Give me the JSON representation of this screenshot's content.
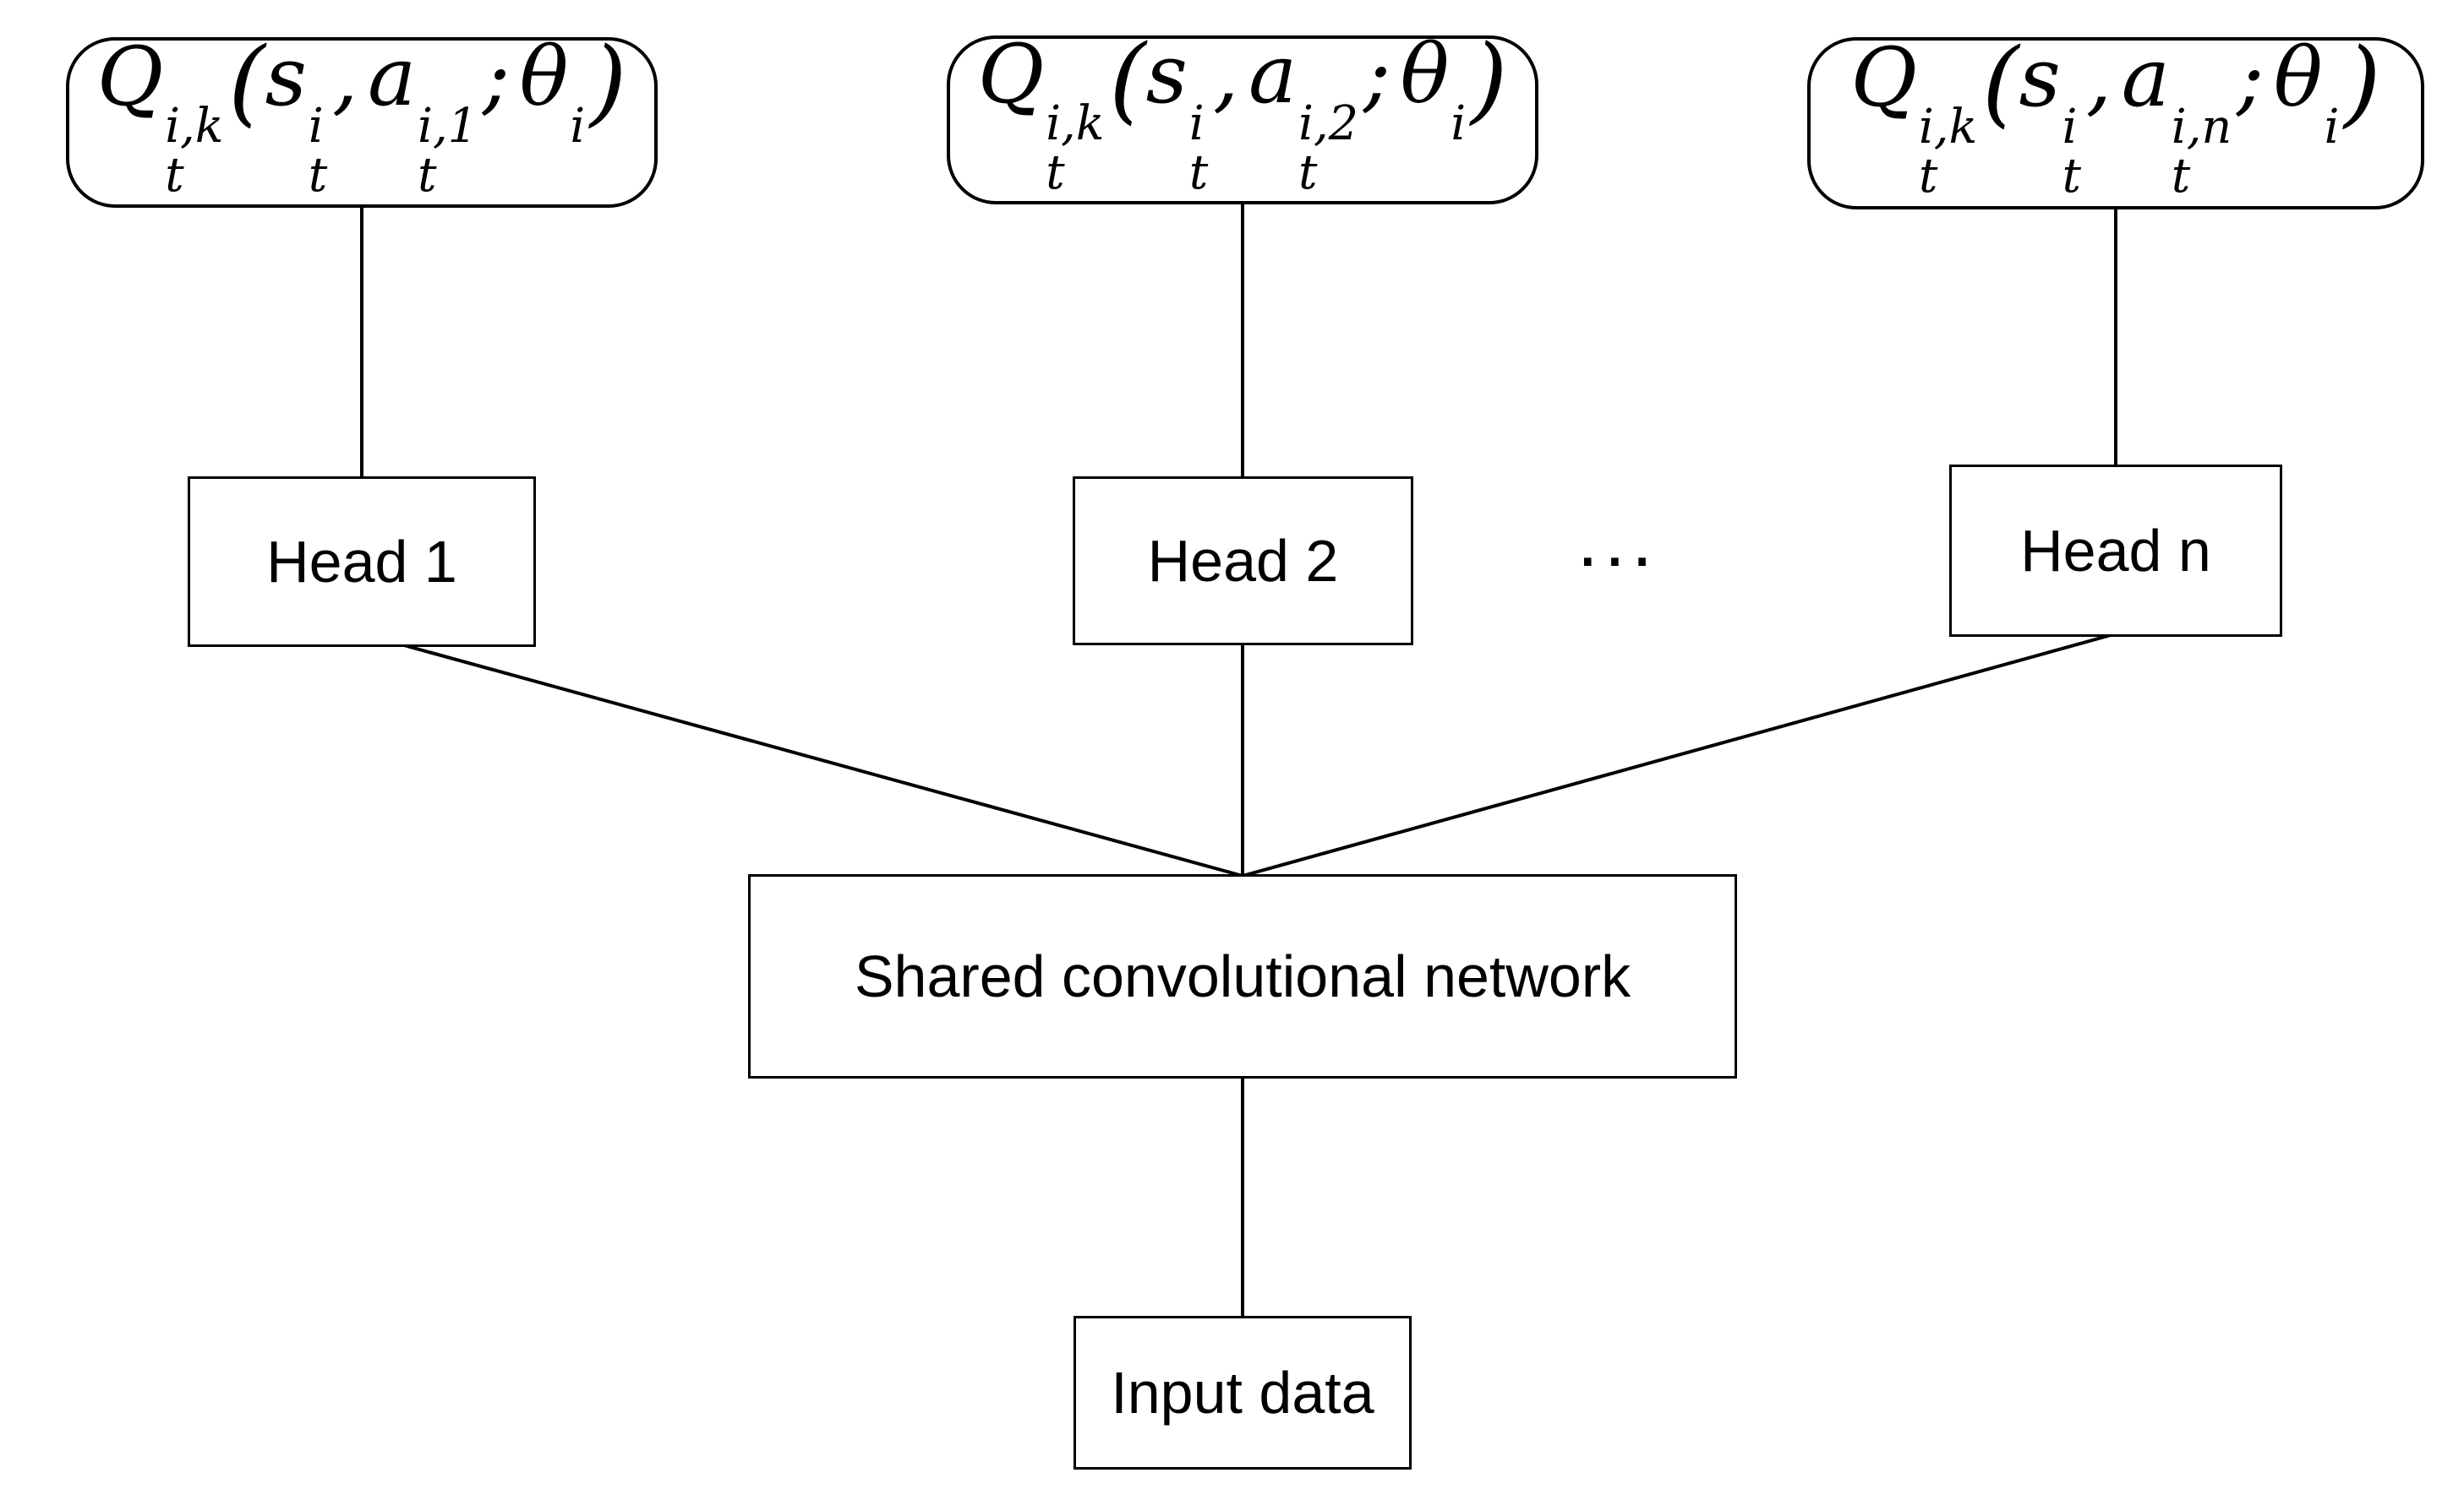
{
  "canvas": {
    "background": "#ffffff",
    "line_color": "#000000",
    "text_color": "#000000"
  },
  "top_boxes": [
    {
      "formula_text": "Q_t^{i,k}(s_t^i, a_t^{i,1}; θ^i)",
      "tokens": [
        {
          "t": "Q",
          "sup": "i,k",
          "sub": "t"
        },
        {
          "t": "("
        },
        {
          "t": "s",
          "sup": "i",
          "sub": "t"
        },
        {
          "t": ","
        },
        {
          "t": "a",
          "sup": "i,1",
          "sub": "t"
        },
        {
          "t": ";"
        },
        {
          "t": "θ",
          "sup": "i",
          "sub": ""
        },
        {
          "t": ")"
        }
      ]
    },
    {
      "formula_text": "Q_t^{i,k}(s_t^i, a_t^{i,2}; θ^i)",
      "tokens": [
        {
          "t": "Q",
          "sup": "i,k",
          "sub": "t"
        },
        {
          "t": "("
        },
        {
          "t": "s",
          "sup": "i",
          "sub": "t"
        },
        {
          "t": ","
        },
        {
          "t": "a",
          "sup": "i,2",
          "sub": "t"
        },
        {
          "t": ";"
        },
        {
          "t": "θ",
          "sup": "i",
          "sub": ""
        },
        {
          "t": ")"
        }
      ]
    },
    {
      "formula_text": "Q_t^{i,k}(s_t^i, a_t^{i,n}; θ^i)",
      "tokens": [
        {
          "t": "Q",
          "sup": "i,k",
          "sub": "t"
        },
        {
          "t": "("
        },
        {
          "t": "s",
          "sup": "i",
          "sub": "t"
        },
        {
          "t": ","
        },
        {
          "t": "a",
          "sup": "i,n",
          "sub": "t"
        },
        {
          "t": ";"
        },
        {
          "t": "θ",
          "sup": "i",
          "sub": ""
        },
        {
          "t": ")"
        }
      ]
    }
  ],
  "head_boxes": [
    {
      "label": "Head 1"
    },
    {
      "label": "Head 2"
    },
    {
      "label": "Head n"
    }
  ],
  "ellipsis": "...",
  "shared_box": {
    "label": "Shared convolutional network"
  },
  "input_box": {
    "label": "Input data"
  }
}
